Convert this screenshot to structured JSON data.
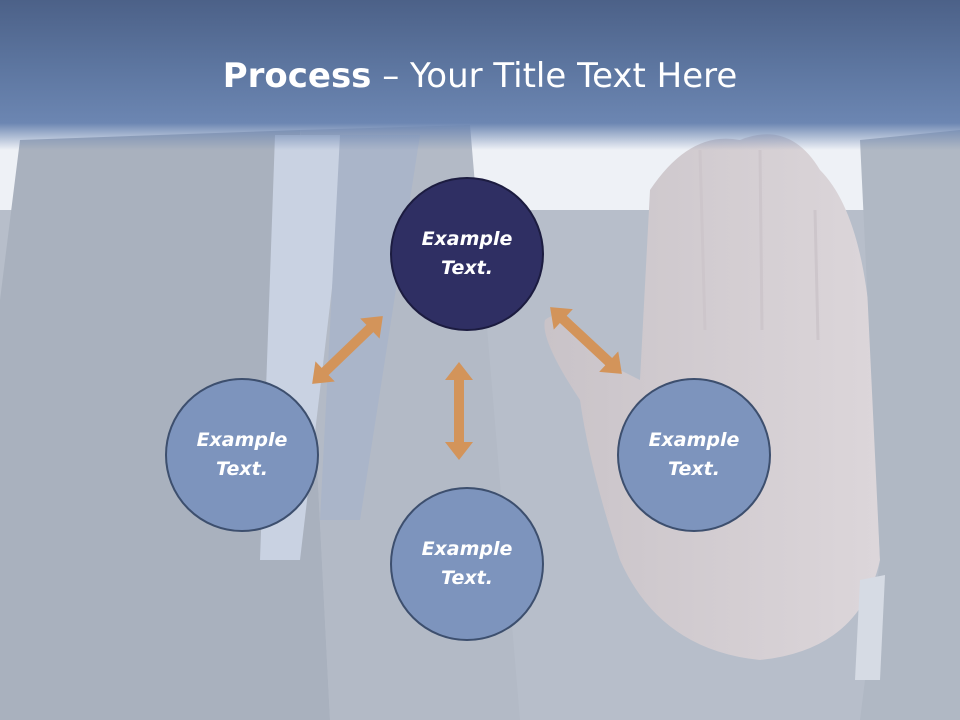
{
  "title": {
    "bold": "Process",
    "rest": " – Your Title Text Here"
  },
  "nodes": [
    {
      "line1": "Example",
      "line2": "Text."
    },
    {
      "line1": "Example",
      "line2": "Text."
    },
    {
      "line1": "Example",
      "line2": "Text."
    },
    {
      "line1": "Example",
      "line2": "Text."
    }
  ],
  "colors": {
    "header": "#5d76a0",
    "node_dark": "#2f2f63",
    "node_light": "#7d94bd",
    "arrow": "#d3945a"
  },
  "background": {
    "image": "person-in-suit-raising-hand"
  }
}
